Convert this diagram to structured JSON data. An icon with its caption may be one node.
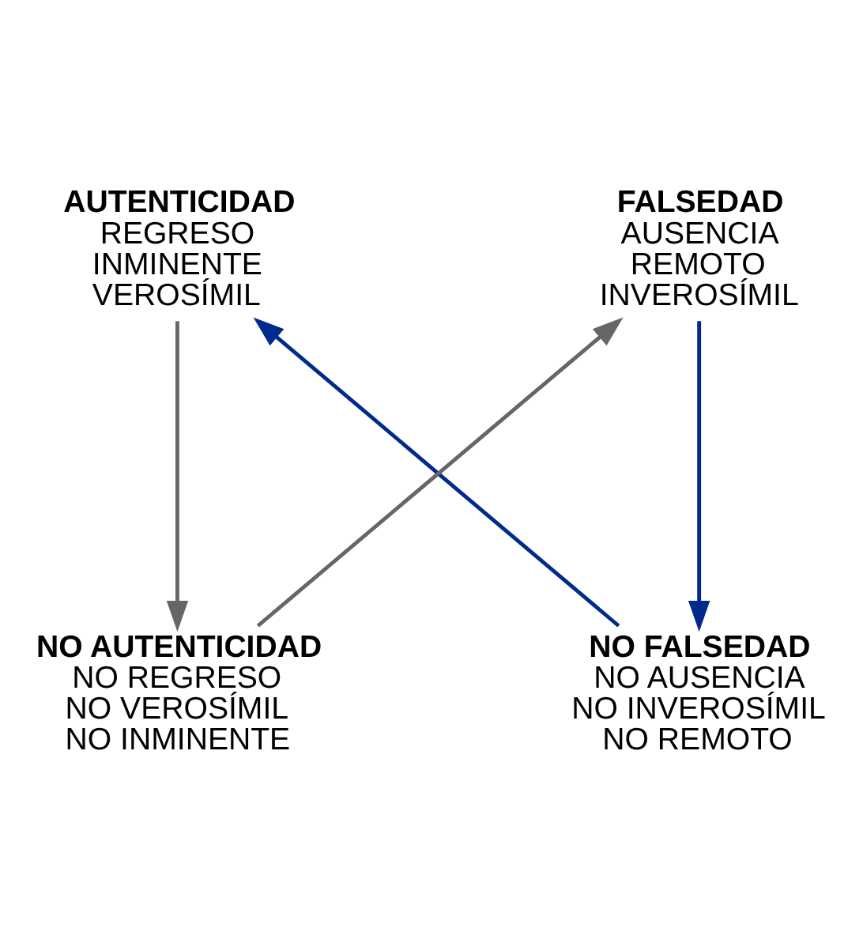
{
  "diagram": {
    "nodes": [
      {
        "text": [
          "AUTENTICIDAD",
          "REGRESO",
          "INMINENTE",
          "VEROSÍMIL"
        ]
      },
      {
        "text": [
          "FALSEDAD",
          "AUSENCIA",
          "REMOTO",
          "INVEROSÍMIL"
        ]
      },
      {
        "text": [
          "NO FALSEDAD",
          "NO AUSENCIA",
          "NO INVEROSÍMIL",
          "NO REMOTO"
        ]
      },
      {
        "text": [
          "NO AUTENTICIDAD",
          "NO REGRESO",
          "NO VEROSÍMIL",
          "NO INMINENTE"
        ]
      }
    ],
    "edges": [
      {
        "from": 2,
        "to": 0,
        "arrow": "to",
        "color": "#002b8c"
      },
      {
        "from": 1,
        "to": 2,
        "arrow": "to",
        "color": "#002b8c"
      },
      {
        "from": 0,
        "to": 3,
        "arrow": "to",
        "color": "#666666"
      },
      {
        "from": 3,
        "to": 1,
        "arrow": "to",
        "color": "#666666"
      }
    ]
  }
}
